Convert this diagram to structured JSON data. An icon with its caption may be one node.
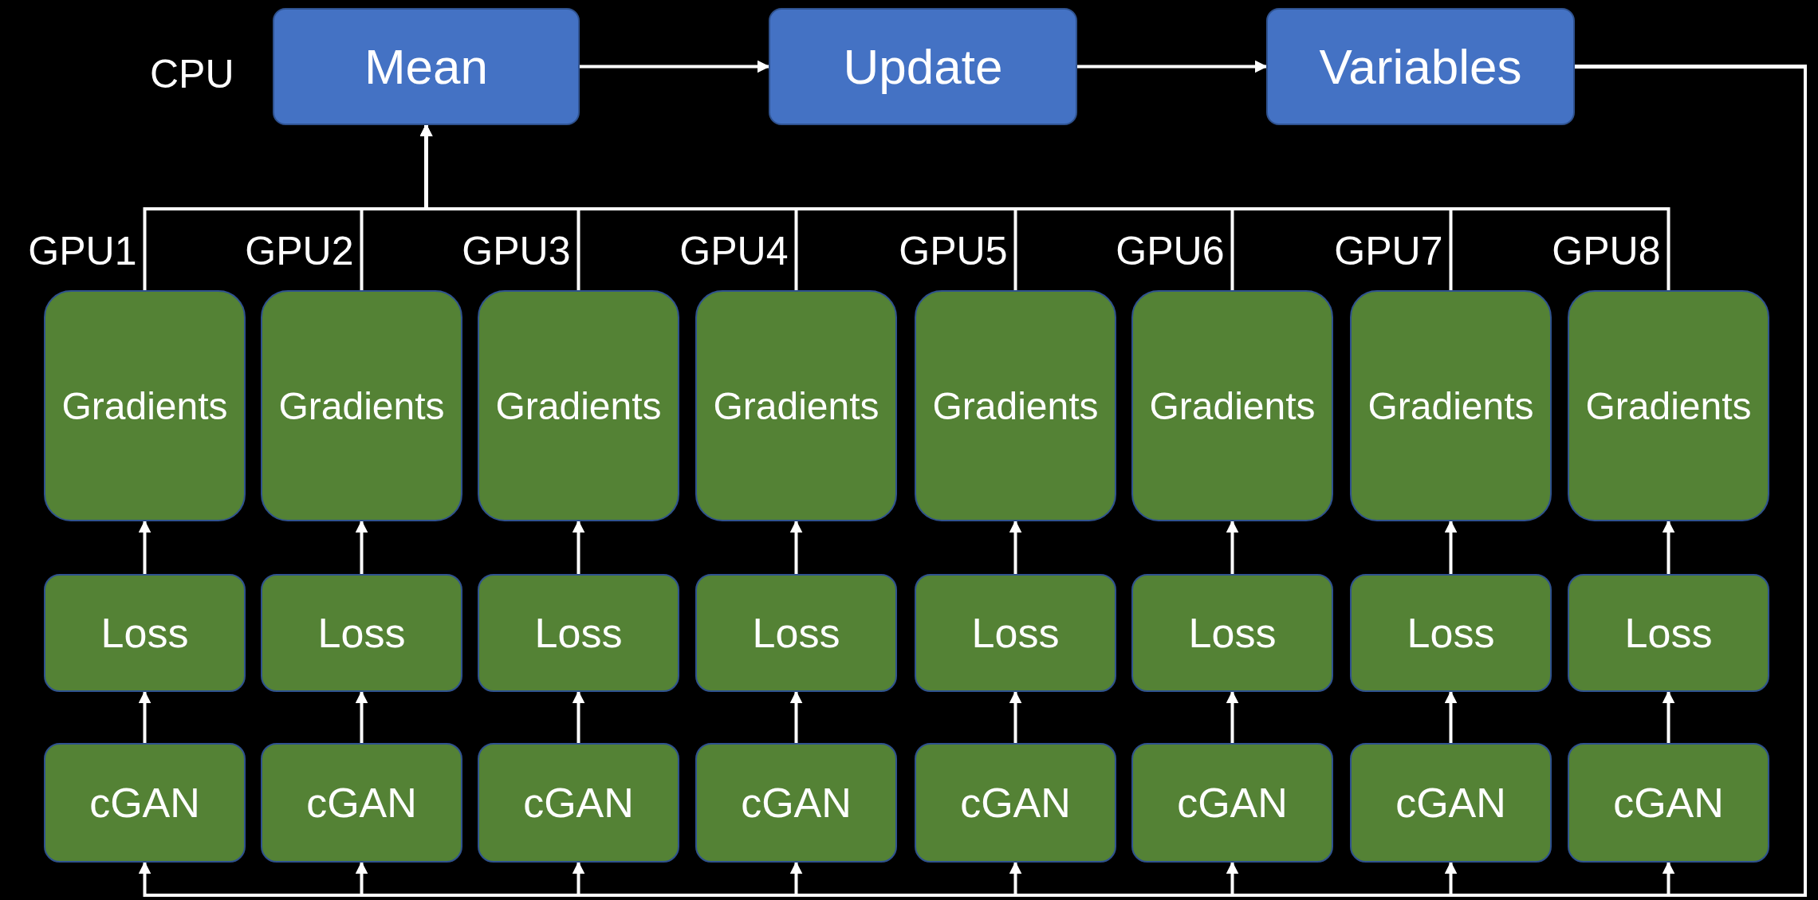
{
  "diagram": {
    "nodes": [
      {
        "text": [
          "Mean"
        ]
      },
      {
        "text": [
          "Update"
        ]
      },
      {
        "text": [
          "Variables"
        ]
      },
      {
        "text": [
          "Gradients"
        ]
      },
      {
        "text": [
          "Gradients"
        ]
      },
      {
        "text": [
          "Gradients"
        ]
      },
      {
        "text": [
          "Gradients"
        ]
      },
      {
        "text": [
          "Gradients"
        ]
      },
      {
        "text": [
          "Gradients"
        ]
      },
      {
        "text": [
          "Gradients"
        ]
      },
      {
        "text": [
          "Gradients"
        ]
      },
      {
        "text": [
          "Loss"
        ]
      },
      {
        "text": [
          "Loss"
        ]
      },
      {
        "text": [
          "Loss"
        ]
      },
      {
        "text": [
          "Loss"
        ]
      },
      {
        "text": [
          "Loss"
        ]
      },
      {
        "text": [
          "Loss"
        ]
      },
      {
        "text": [
          "Loss"
        ]
      },
      {
        "text": [
          "Loss"
        ]
      },
      {
        "text": [
          "cGAN"
        ]
      },
      {
        "text": [
          "cGAN"
        ]
      },
      {
        "text": [
          "cGAN"
        ]
      },
      {
        "text": [
          "cGAN"
        ]
      },
      {
        "text": [
          "cGAN"
        ]
      },
      {
        "text": [
          "cGAN"
        ]
      },
      {
        "text": [
          "cGAN"
        ]
      },
      {
        "text": [
          "cGAN"
        ]
      }
    ],
    "edges": [
      {
        "from": 0,
        "to": 1,
        "arrow": "to"
      },
      {
        "from": 1,
        "to": 2,
        "arrow": "to"
      },
      {
        "from": 3,
        "to": 0,
        "arrow": "to"
      },
      {
        "from": 4,
        "to": 0,
        "arrow": "to"
      },
      {
        "from": 5,
        "to": 0,
        "arrow": "to"
      },
      {
        "from": 6,
        "to": 0,
        "arrow": "to"
      },
      {
        "from": 7,
        "to": 0,
        "arrow": "to"
      },
      {
        "from": 8,
        "to": 0,
        "arrow": "to"
      },
      {
        "from": 9,
        "to": 0,
        "arrow": "to"
      },
      {
        "from": 10,
        "to": 0,
        "arrow": "to"
      },
      {
        "from": 11,
        "to": 3,
        "arrow": "to"
      },
      {
        "from": 12,
        "to": 4,
        "arrow": "to"
      },
      {
        "from": 13,
        "to": 5,
        "arrow": "to"
      },
      {
        "from": 14,
        "to": 6,
        "arrow": "to"
      },
      {
        "from": 15,
        "to": 7,
        "arrow": "to"
      },
      {
        "from": 16,
        "to": 8,
        "arrow": "to"
      },
      {
        "from": 17,
        "to": 9,
        "arrow": "to"
      },
      {
        "from": 18,
        "to": 10,
        "arrow": "to"
      },
      {
        "from": 19,
        "to": 11,
        "arrow": "to"
      },
      {
        "from": 20,
        "to": 12,
        "arrow": "to"
      },
      {
        "from": 21,
        "to": 13,
        "arrow": "to"
      },
      {
        "from": 22,
        "to": 14,
        "arrow": "to"
      },
      {
        "from": 23,
        "to": 15,
        "arrow": "to"
      },
      {
        "from": 24,
        "to": 16,
        "arrow": "to"
      },
      {
        "from": 25,
        "to": 17,
        "arrow": "to"
      },
      {
        "from": 26,
        "to": 18,
        "arrow": "to"
      },
      {
        "from": 2,
        "to": 19,
        "arrow": "to"
      },
      {
        "from": 2,
        "to": 20,
        "arrow": "to"
      },
      {
        "from": 2,
        "to": 21,
        "arrow": "to"
      },
      {
        "from": 2,
        "to": 22,
        "arrow": "to"
      },
      {
        "from": 2,
        "to": 23,
        "arrow": "to"
      },
      {
        "from": 2,
        "to": 24,
        "arrow": "to"
      },
      {
        "from": 2,
        "to": 25,
        "arrow": "to"
      },
      {
        "from": 2,
        "to": 26,
        "arrow": "to"
      }
    ],
    "labels": [
      "CPU",
      "GPU1",
      "GPU2",
      "GPU3",
      "GPU4",
      "GPU5",
      "GPU6",
      "GPU7",
      "GPU8"
    ]
  }
}
